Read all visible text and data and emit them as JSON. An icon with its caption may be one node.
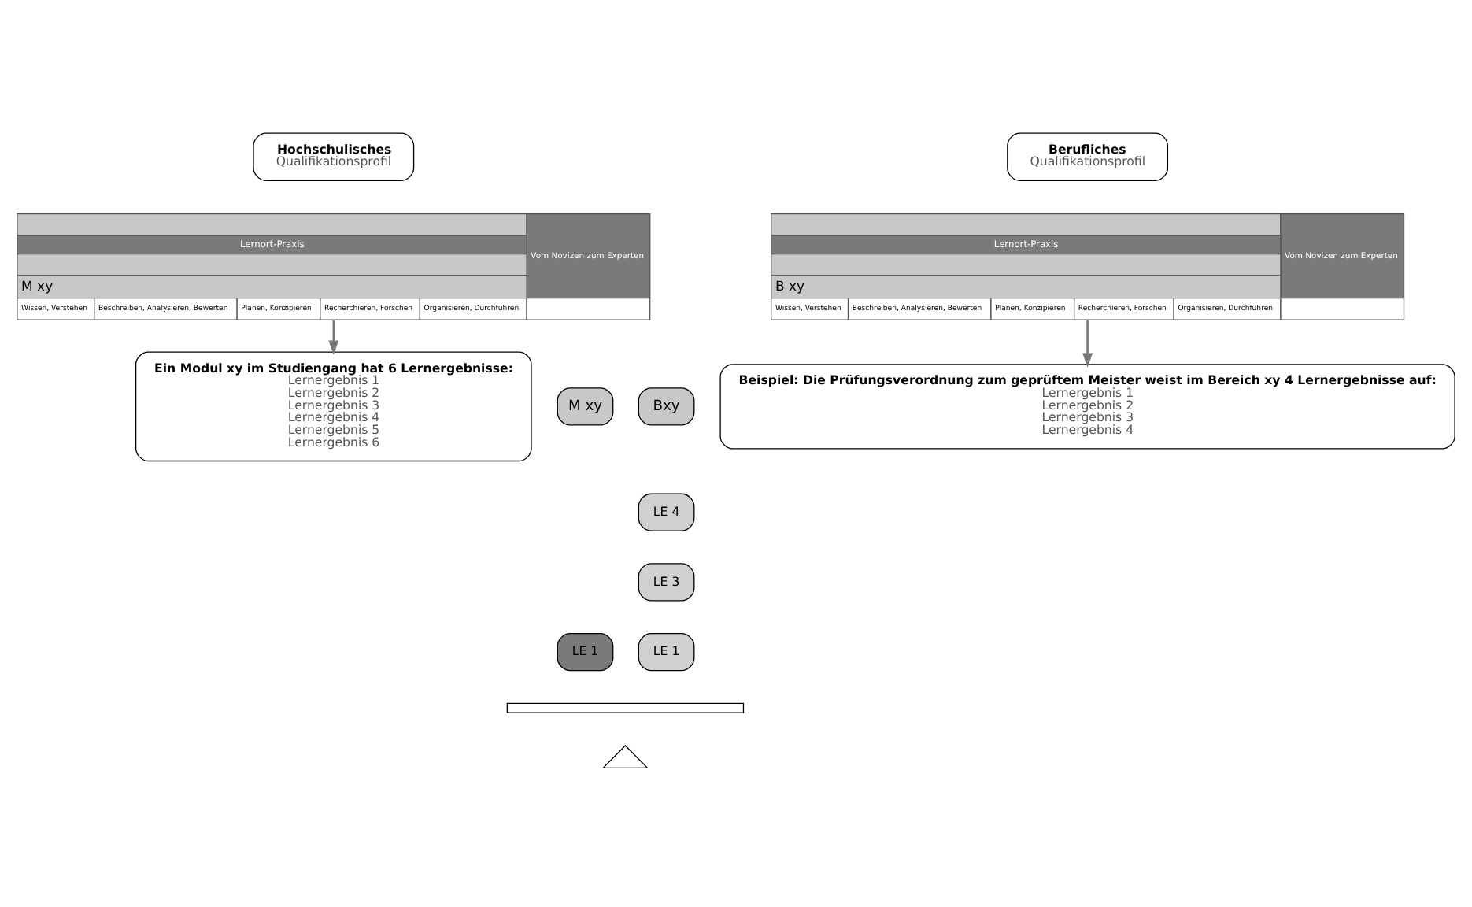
{
  "diagram": {
    "nodes": [
      {
        "text": [
          "Hochschulisches",
          "Qualifikationsprofil"
        ]
      },
      {
        "text": [
          "Berufliches",
          "Qualifikationsprofil"
        ]
      },
      {
        "text": [
          "Lernort-Praxis",
          "Vom Novizen zum Experten",
          "M xy",
          "Wissen, Verstehen",
          "Beschreiben, Analysieren, Bewerten",
          "Planen, Konzipieren",
          "Recherchieren, Forschen",
          "Organisieren, Durchführen"
        ]
      },
      {
        "text": [
          "Lernort-Praxis",
          "Vom Novizen zum Experten",
          "B xy",
          "Wissen, Verstehen",
          "Beschreiben, Analysieren, Bewerten",
          "Planen, Konzipieren",
          "Recherchieren, Forschen",
          "Organisieren, Durchführen"
        ]
      },
      {
        "text": [
          "Ein Modul xy im Studiengang hat 6 Lernergebnisse:",
          "Lernergebnis 1",
          "Lernergebnis 2",
          "Lernergebnis 3",
          "Lernergebnis 4",
          "Lernergebnis 5",
          "Lernergebnis 6"
        ]
      },
      {
        "text": [
          "M xy"
        ]
      },
      {
        "text": [
          "Bxy"
        ]
      },
      {
        "text": [
          "Beispiel: Die Prüfungsverordnung zum geprüftem Meister weist im Bereich xy 4 Lernergebnisse auf:",
          "Lernergebnis 1",
          "Lernergebnis 2",
          "Lernergebnis 3",
          "Lernergebnis 4"
        ]
      },
      {
        "text": [
          "LE 4"
        ]
      },
      {
        "text": [
          "LE 3"
        ]
      },
      {
        "text": [
          "LE 1"
        ]
      },
      {
        "text": [
          "LE 1"
        ]
      },
      {
        "text": [],
        "shape": "bar"
      },
      {
        "text": [],
        "shape": "triangle"
      }
    ],
    "edges": [
      {
        "from": 2,
        "to": 4,
        "arrow": "to"
      },
      {
        "from": 3,
        "to": 7,
        "arrow": "to"
      }
    ]
  }
}
